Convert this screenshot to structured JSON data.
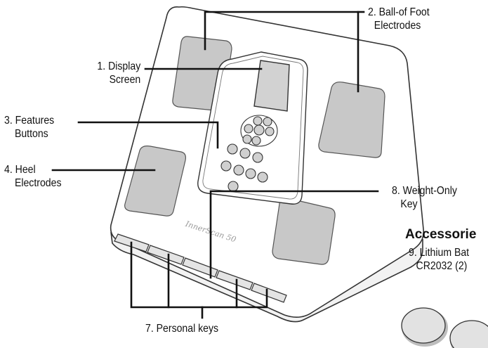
{
  "callouts": {
    "display": {
      "line1": "1. Display",
      "line2": "Screen"
    },
    "ball_of_foot": {
      "line1": "2. Ball-of Foot",
      "line2": "Electrodes"
    },
    "features": {
      "line1": "3. Features",
      "line2": "Buttons"
    },
    "heel": {
      "line1": "4. Heel",
      "line2": "Electrodes"
    },
    "personal_keys": {
      "line1": "7. Personal keys"
    },
    "weight_only": {
      "line1": "8. Weight-Only",
      "line2": "Key"
    }
  },
  "accessories": {
    "heading": "Accessorie",
    "battery_line1": "9. Lithium Bat",
    "battery_line2": "CR2032 (2)"
  },
  "brand": {
    "logo_text": "InnerScan 50"
  },
  "colors": {
    "outline": "#333333",
    "electrode": "#c8c8c8",
    "screen": "#d2d2d2",
    "button": "#d0d0d0",
    "battery": "#e2e2e2"
  }
}
